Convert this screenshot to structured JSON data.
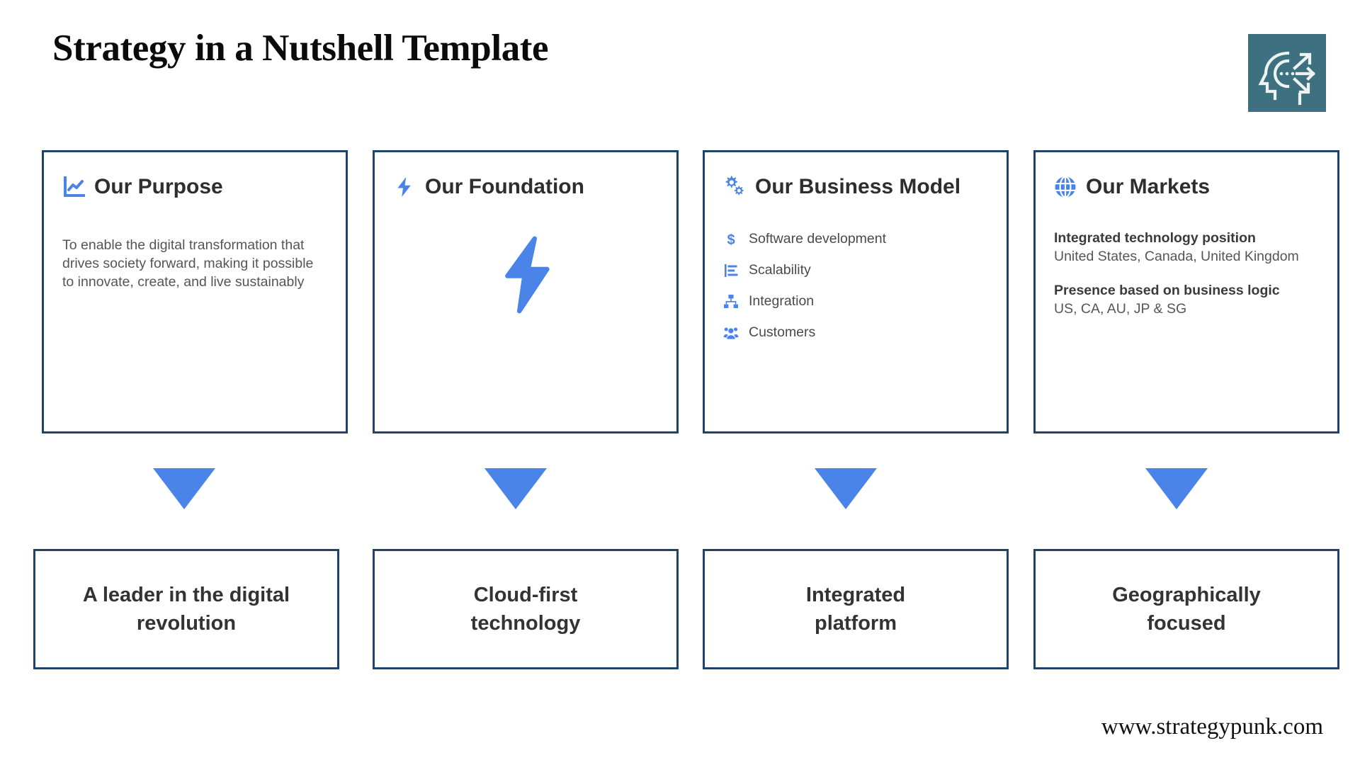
{
  "slide": {
    "title": "Strategy in a Nutshell Template",
    "footer_url": "www.strategypunk.com",
    "accent_blue": "#4a84e8",
    "border_navy": "#20436a",
    "logo_teal": "#3d7180",
    "logo_icon": "head-with-arrows-icon"
  },
  "cards": [
    {
      "icon": "line-chart-icon",
      "title": "Our Purpose",
      "body": "To enable the digital transformation that drives society forward, making it possible to innovate, create, and live sustainably"
    },
    {
      "icon": "lightning-bolt-icon",
      "title": "Our Foundation",
      "feature_icon": "lightning-bolt-large-icon"
    },
    {
      "icon": "gears-icon",
      "title": "Our Business Model",
      "items": [
        {
          "icon": "dollar-sign-icon",
          "label": "Software development"
        },
        {
          "icon": "bar-chart-icon",
          "label": "Scalability"
        },
        {
          "icon": "network-hierarchy-icon",
          "label": "Integration"
        },
        {
          "icon": "people-group-icon",
          "label": "Customers"
        }
      ]
    },
    {
      "icon": "globe-icon",
      "title": "Our Markets",
      "blocks": [
        {
          "heading": "Integrated technology position",
          "text": "United States, Canada, United Kingdom"
        },
        {
          "heading": "Presence based on business logic",
          "text": "US, CA, AU, JP & SG"
        }
      ]
    }
  ],
  "arrows": [
    {
      "name": "down-arrow-1"
    },
    {
      "name": "down-arrow-2"
    },
    {
      "name": "down-arrow-3"
    },
    {
      "name": "down-arrow-4"
    }
  ],
  "results": [
    {
      "text": "A leader in the digital revolution"
    },
    {
      "text": "Cloud-first\ntechnology"
    },
    {
      "text": "Integrated\nplatform"
    },
    {
      "text": "Geographically\nfocused"
    }
  ]
}
